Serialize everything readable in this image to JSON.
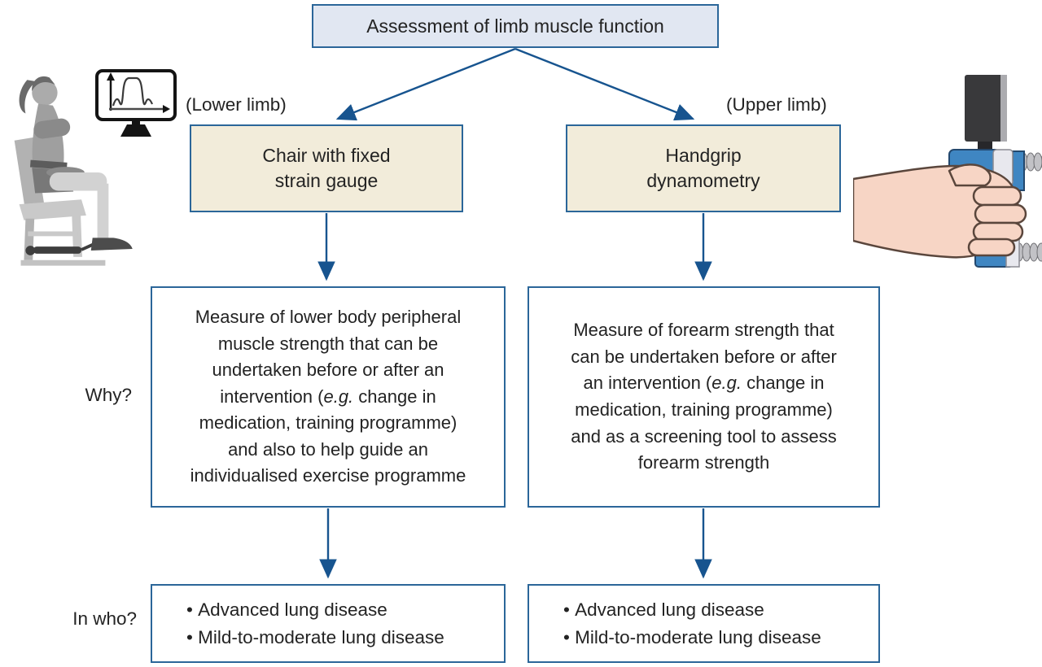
{
  "title_box": {
    "label": "Assessment of limb muscle function"
  },
  "branches": {
    "left": {
      "limb_label": "(Lower limb)",
      "method": "Chair with fixed strain gauge",
      "why": {
        "pre": "Measure of lower body peripheral muscle strength that can be undertaken before or after an intervention (",
        "em": "e.g.",
        "post": " change in medication, training programme) and also to help guide an individualised exercise programme"
      },
      "in_who": [
        "Advanced lung disease",
        "Mild-to-moderate lung disease"
      ]
    },
    "right": {
      "limb_label": "(Upper limb)",
      "method": "Handgrip dynamometry",
      "why": {
        "pre": "Measure of forearm strength that can be undertaken before or after an intervention (",
        "em": "e.g.",
        "post": " change in medication, training programme) and as a screening tool to assess forearm strength"
      },
      "in_who": [
        "Advanced lung disease",
        "Mild-to-moderate lung disease"
      ]
    }
  },
  "row_labels": {
    "why": "Why?",
    "in_who": "In who?"
  },
  "icons": {
    "monitor": "force-time-curve-monitor-icon",
    "person": "seated-person-strain-gauge-chair-illustration",
    "handgrip": "hand-with-handgrip-dynamometer-illustration"
  },
  "colors": {
    "arrow": "#17548f",
    "box_border": "#2b6699",
    "title_fill": "#e1e7f2",
    "method_fill": "#f2ecda",
    "text": "#232323"
  }
}
